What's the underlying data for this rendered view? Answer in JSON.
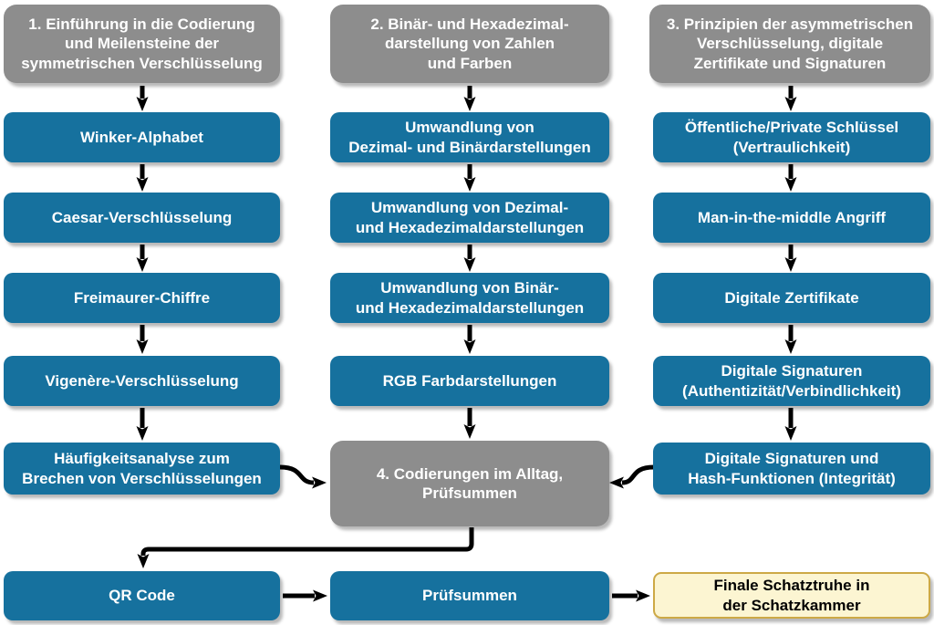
{
  "colors": {
    "box_blue": "#16719e",
    "box_gray": "#8d8d8d",
    "final_fill": "#fcf5d2",
    "final_border": "#cda946",
    "arrow": "#000000",
    "text_on_box": "#ffffff",
    "text_on_final": "#000000"
  },
  "columns": [
    {
      "header": "1. Einführung in die Codierung\nund Meilensteine der\nsymmetrischen Verschlüsselung",
      "items": [
        "Winker-Alphabet",
        "Caesar-Verschlüsselung",
        "Freimaurer-Chiffre",
        "Vigenère-Verschlüsselung",
        "Häufigkeitsanalyse zum\nBrechen von Verschlüsselungen"
      ]
    },
    {
      "header": "2. Binär- und Hexadezimal-\ndarstellung von Zahlen\nund Farben",
      "items": [
        "Umwandlung von\nDezimal- und Binärdarstellungen",
        "Umwandlung von Dezimal-\nund Hexadezimaldarstellungen",
        "Umwandlung von Binär-\nund Hexadezimaldarstellungen",
        "RGB Farbdarstellungen"
      ]
    },
    {
      "header": "3. Prinzipien der asymmetrischen\nVerschlüsselung, digitale\nZertifikate und Signaturen",
      "items": [
        "Öffentliche/Private Schlüssel\n(Vertraulichkeit)",
        "Man-in-the-middle Angriff",
        "Digitale Zertifikate",
        "Digitale Signaturen\n(Authentizität/Verbindlichkeit)",
        "Digitale Signaturen und\nHash-Funktionen (Integrität)"
      ]
    }
  ],
  "hub_label": "4. Codierungen im Alltag,\nPrüfsummen",
  "bottom_row": {
    "qr_label": "QR Code",
    "checksum_label": "Prüfsummen",
    "final_label": "Finale Schatztruhe in\nder Schatzkammer"
  }
}
